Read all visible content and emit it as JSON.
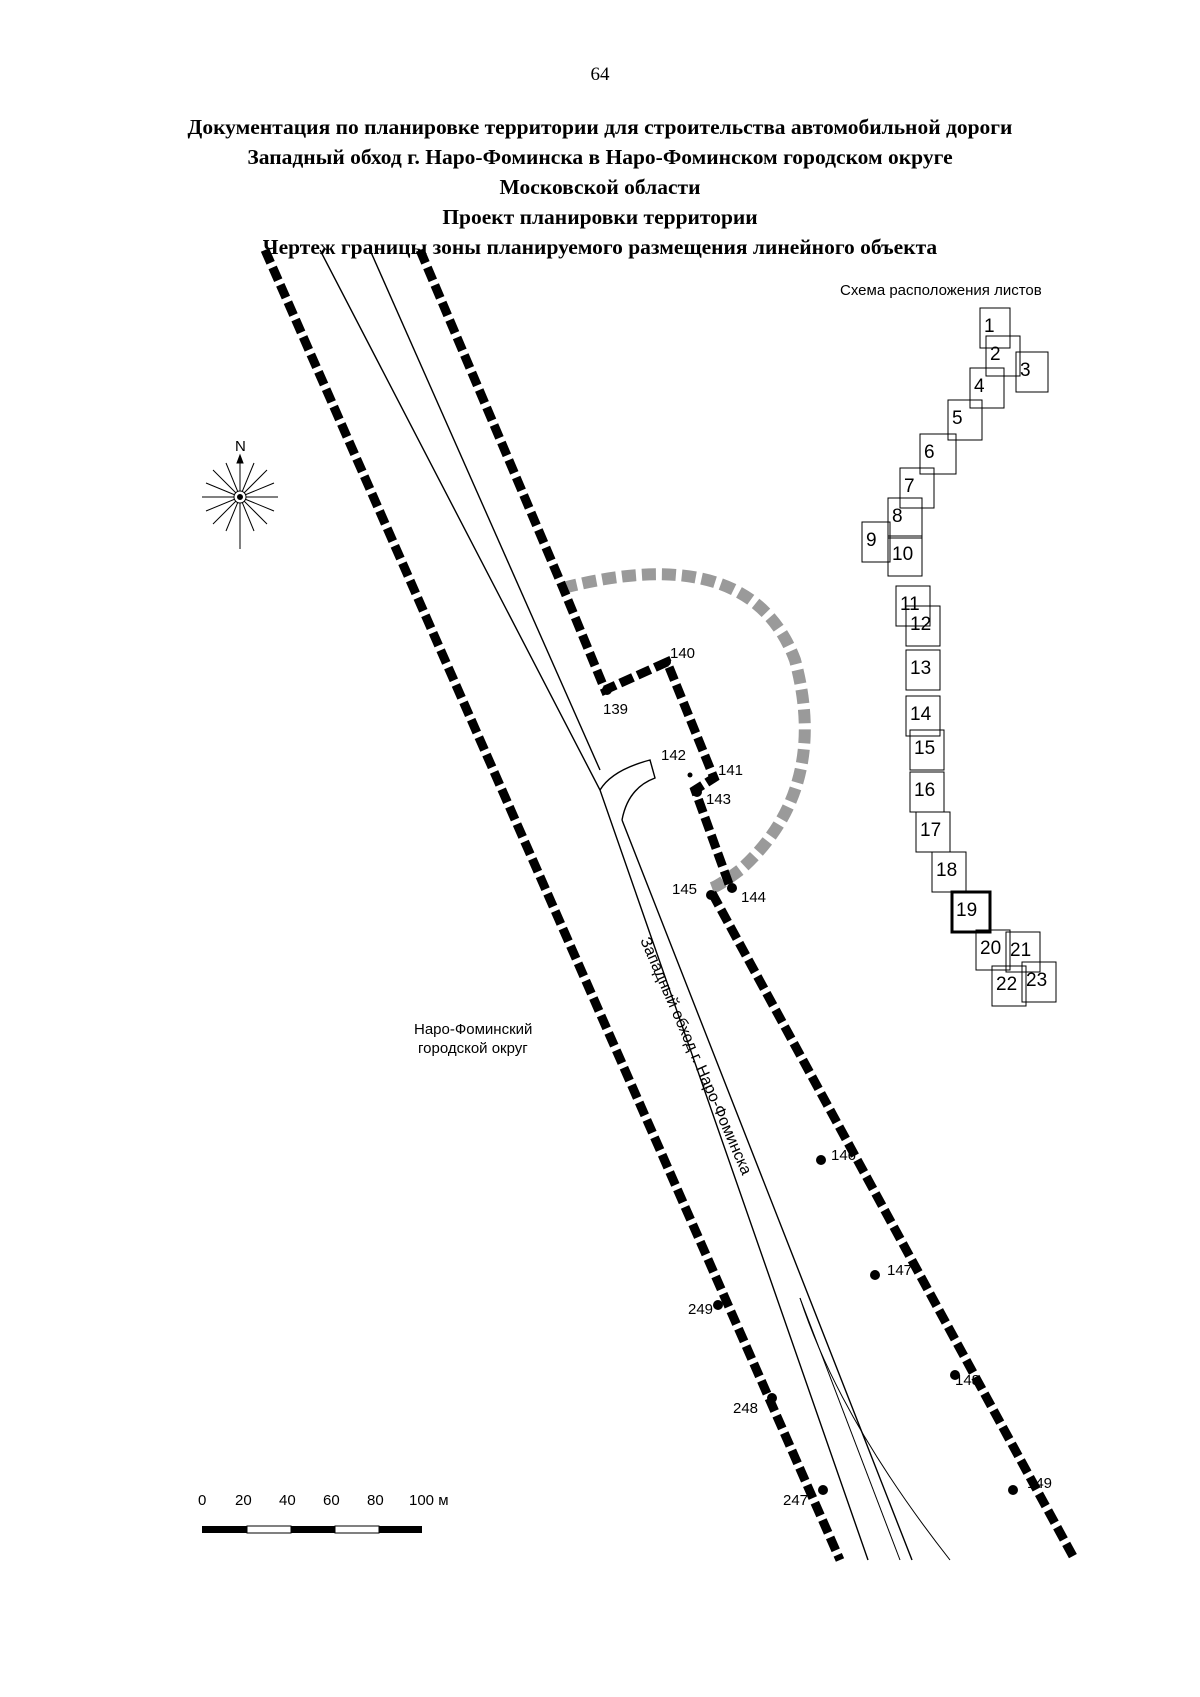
{
  "page_number": "64",
  "title": {
    "line1": "Документация по планировке территории для строительства автомобильной дороги",
    "line2": "Западный обход г. Наро-Фоминска в Наро-Фоминском городском округе",
    "line3": "Московской области",
    "line4": "Проект планировки территории",
    "line5": "Чертеж границы зоны планируемого размещения линейного объекта"
  },
  "inset": {
    "title": "Схема расположения листов",
    "highlighted_sheet": "19",
    "sheets": [
      "1",
      "2",
      "3",
      "4",
      "5",
      "6",
      "7",
      "8",
      "9",
      "10",
      "11",
      "12",
      "13",
      "14",
      "15",
      "16",
      "17",
      "18",
      "19",
      "20",
      "21",
      "22",
      "23"
    ]
  },
  "map": {
    "road_label": "Западный обход г. Наро-Фоминска",
    "district_label_line1": "Наро-Фоминский",
    "district_label_line2": "городской округ",
    "boundary_points": [
      "139",
      "140",
      "141",
      "142",
      "143",
      "144",
      "145",
      "146",
      "147",
      "148",
      "149",
      "249",
      "248",
      "247"
    ],
    "north_label": "N",
    "colors": {
      "boundary": "#000000",
      "existing_zone": "#9a9a9a",
      "road_line": "#000000"
    }
  },
  "scale_bar": {
    "ticks": [
      "0",
      "20",
      "40",
      "60",
      "80",
      "100 м"
    ]
  }
}
